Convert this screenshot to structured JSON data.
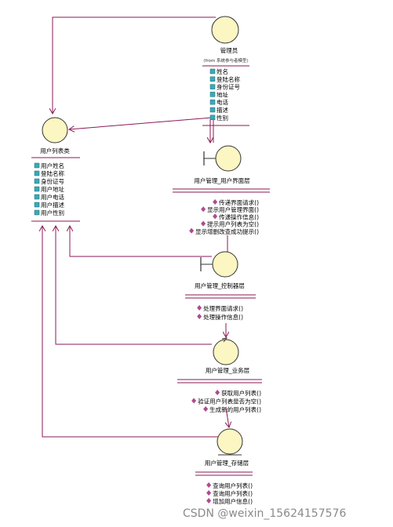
{
  "colors": {
    "connector": "#8b1a56",
    "circle_fill": "#fbf6c2",
    "circle_stroke": "#333333",
    "line": "#8b1a56",
    "attr_icon": "#3aa9b8",
    "op_icon": "#b04a8f"
  },
  "nodes": {
    "admin": {
      "label": "管理员",
      "stereotype": "(from 系统参与者模型)",
      "attributes": [
        "姓名",
        "登陆名称",
        "身份证号",
        "地址",
        "电话",
        "描述",
        "性别"
      ]
    },
    "user_list": {
      "label": "用户列表类",
      "attributes": [
        "用户姓名",
        "登陆名称",
        "身份证号",
        "用户地址",
        "用户电话",
        "用户描述",
        "用户性别"
      ]
    },
    "ui_layer": {
      "label": "用户管理_用户界面层",
      "operations": [
        "传递界面请求()",
        "显示用户管理界面()",
        "传递操作信息()",
        "提示用户列表为空()",
        "显示增删改查成功提示()"
      ]
    },
    "control_layer": {
      "label": "用户管理_控制器层",
      "operations": [
        "处理界面请求()",
        "处理操作信息()"
      ]
    },
    "business_layer": {
      "label": "用户管理_业务层",
      "operations": [
        "获取用户列表()",
        "验证用户列表是否为空()",
        "生成新的用户列表()"
      ]
    },
    "storage_layer": {
      "label": "用户管理_存储层",
      "operations": [
        "查询用户列表()",
        "查询用户列表()",
        "增加用户信息()"
      ]
    }
  },
  "watermark": "CSDN @weixin_15624157576"
}
